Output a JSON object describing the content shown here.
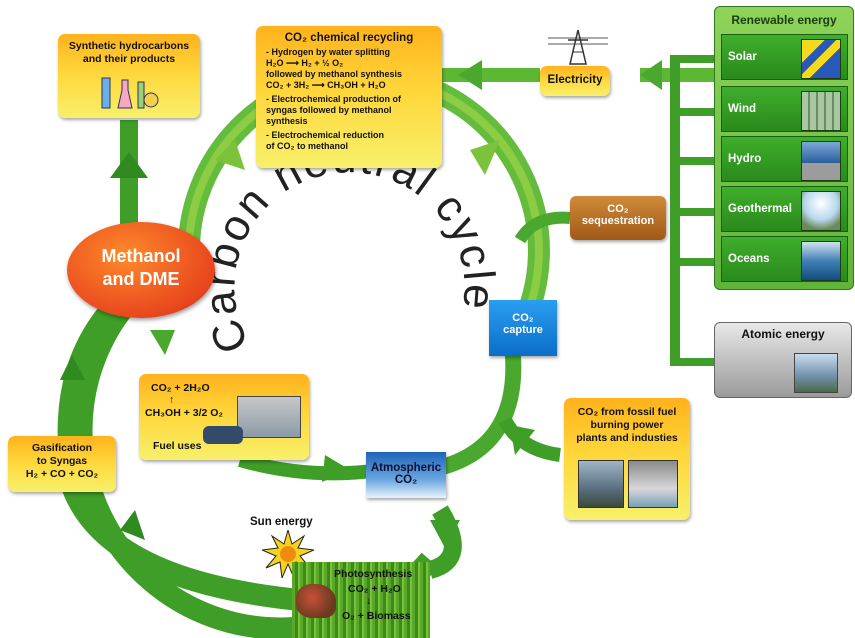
{
  "center": {
    "title": "Carbon neutral cycle"
  },
  "methanol": {
    "label_line1": "Methanol",
    "label_line2": "and DME"
  },
  "synthetic": {
    "line1": "Synthetic hydrocarbons",
    "line2": "and their products"
  },
  "recycling": {
    "title": "CO₂ chemical recycling",
    "items": [
      "- Hydrogen by water splitting",
      "H₂O ⟶ H₂ + ½ O₂",
      "followed by methanol synthesis",
      "CO₂ + 3H₂ ⟶ CH₃OH + H₂O",
      "- Electrochemical production of",
      "syngas followed by methanol",
      "synthesis",
      "- Electrochemical reduction",
      "of CO₂ to methanol"
    ]
  },
  "electricity": {
    "label": "Electricity"
  },
  "renewable": {
    "title": "Renewable energy",
    "sources": [
      "Solar",
      "Wind",
      "Hydro",
      "Geothermal",
      "Oceans"
    ]
  },
  "atomic": {
    "title": "Atomic energy"
  },
  "sequestration": {
    "line1": "CO₂",
    "line2": "sequestration"
  },
  "capture": {
    "line1": "CO₂",
    "line2": "capture"
  },
  "fossil": {
    "lines": [
      "CO₂ from fossil fuel",
      "burning power",
      "plants and industies"
    ]
  },
  "atmospheric": {
    "line1": "Atmospheric",
    "line2": "CO₂"
  },
  "fuel": {
    "eq1": "CO₂ + 2H₂O",
    "arrow": "↑",
    "eq2": "CH₃OH + 3/2 O₂",
    "label": "Fuel uses"
  },
  "gasification": {
    "line1": "Gasification",
    "line2": "to Syngas",
    "line3": "H₂ + CO + CO₂"
  },
  "sun": {
    "label": "Sun energy"
  },
  "photosynthesis": {
    "title": "Photosynthesis",
    "eq1": "CO₂ + H₂O",
    "arrow": "↓",
    "eq2": "O₂ + Biomass"
  }
}
